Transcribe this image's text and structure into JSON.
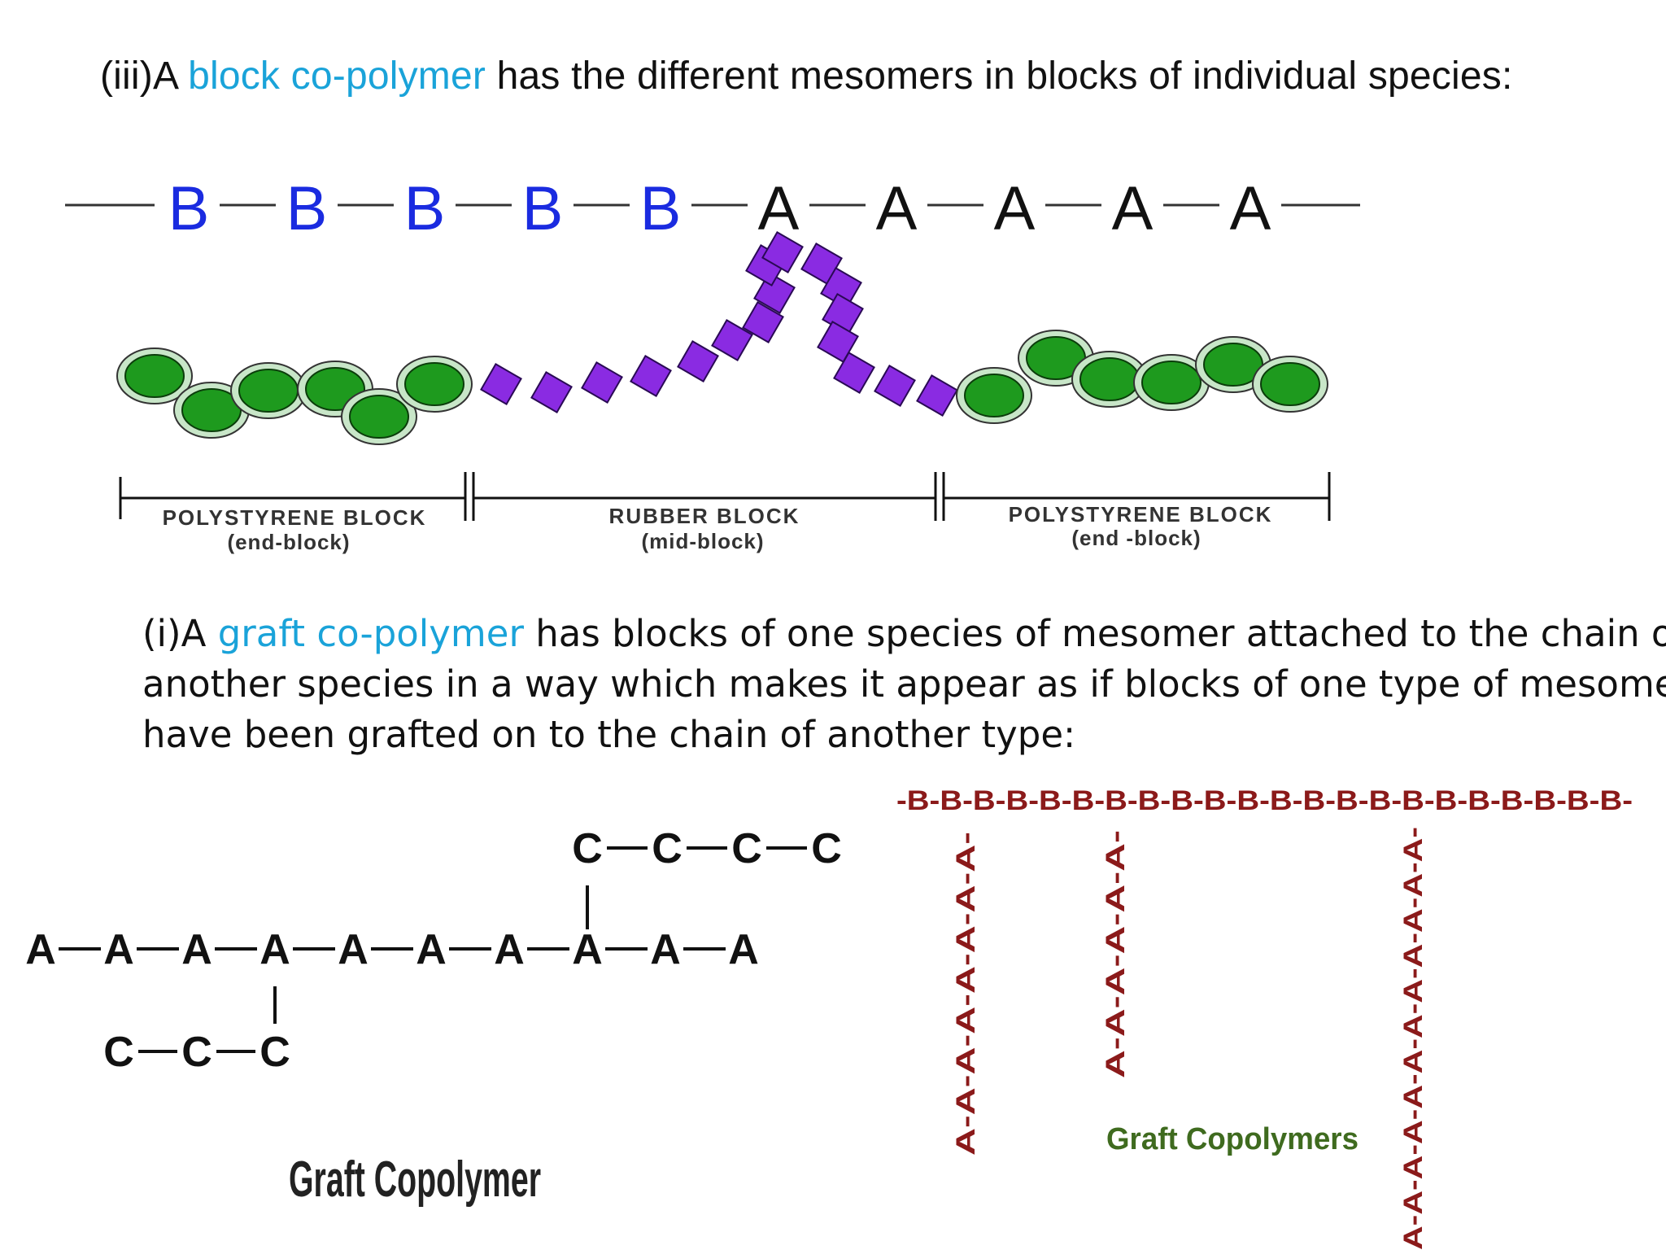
{
  "block_section": {
    "prefix": "(iii)A",
    "term": "block co-polymer",
    "rest": " has the different mesomers in blocks of individual species:"
  },
  "block_chain": {
    "units": [
      "B",
      "B",
      "B",
      "B",
      "B",
      "A",
      "A",
      "A",
      "A",
      "A"
    ],
    "b_color": "#1a2be0",
    "a_color": "#111111"
  },
  "segments": [
    {
      "name": "POLYSTYRENE BLOCK",
      "role": "(end-block)"
    },
    {
      "name": "RUBBER BLOCK",
      "role": "(mid-block)"
    },
    {
      "name": "POLYSTYRENE BLOCK",
      "role": "(end -block)"
    }
  ],
  "graft_section": {
    "prefix": "(i)A ",
    "term": "graft co-polymer",
    "line1": " has blocks of one species of mesomer attached to the chain of",
    "line2": "another species in a way which makes it appear as if blocks of one type of mesomer",
    "line3": "have been grafted on to the chain of another type:"
  },
  "graft_left": {
    "backbone": [
      "A",
      "A",
      "A",
      "A",
      "A",
      "A",
      "A",
      "A",
      "A",
      "A"
    ],
    "upper_branch": [
      "C",
      "C",
      "C",
      "C"
    ],
    "lower_branch": [
      "C",
      "C",
      "C"
    ],
    "caption": "Graft Copolymer"
  },
  "graft_right": {
    "backbone": "-B-B-B-B-B-B-B-B-B-B-B-B-B-B-B-B-B-B-B-B-B-B-",
    "branch1": "A-A-A-A-A-A-A-A-",
    "branch2": "A-A-A-A-A-A-",
    "branch3": "A-A-A-A-A-A-A-A-A-A-A-A-",
    "caption": "Graft Copolymers",
    "color": "#8b1a1a",
    "caption_color": "#3f6b1f"
  },
  "colors": {
    "accent": "#1aa3d9",
    "sphere_fill": "#1e9a1e",
    "diamond_fill": "#8a2be2"
  }
}
